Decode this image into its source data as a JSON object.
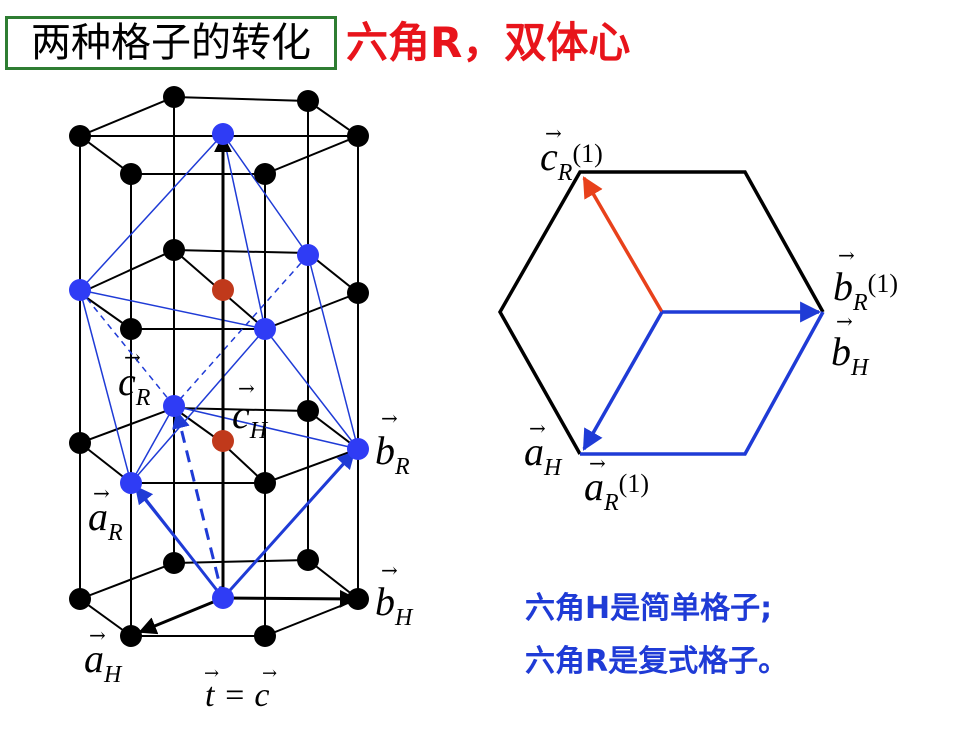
{
  "title": {
    "boxed": "两种格子的转化",
    "red": "六角R，双体心"
  },
  "labels": {
    "cR": "c",
    "cR_sub": "R",
    "cH": "c",
    "cH_sub": "H",
    "bR": "b",
    "bR_sub": "R",
    "aR": "a",
    "aR_sub": "R",
    "bH": "b",
    "bH_sub": "H",
    "aH": "a",
    "aH_sub": "H",
    "t_eq": "t = c",
    "hex_cR": "c",
    "hex_cR_sub": "R",
    "hex_cR_num": "(1)",
    "hex_bR": "b",
    "hex_bR_sub": "R",
    "hex_bR_num": "(1)",
    "hex_bH": "b",
    "hex_bH_sub": "H",
    "hex_aH": "a",
    "hex_aH_sub": "H",
    "hex_aR": "a",
    "hex_aR_sub": "R",
    "hex_aR_num": "(1)"
  },
  "notes": {
    "line1": "六角H是简单格子;",
    "line2": "六角R是复式格子。"
  },
  "colors": {
    "black": "#000000",
    "blue": "#1f3bd6",
    "atom_blue": "#2f3cf5",
    "red_atom": "#c0391b",
    "red_arrow": "#e8411b",
    "green_border": "#2e7d32"
  }
}
